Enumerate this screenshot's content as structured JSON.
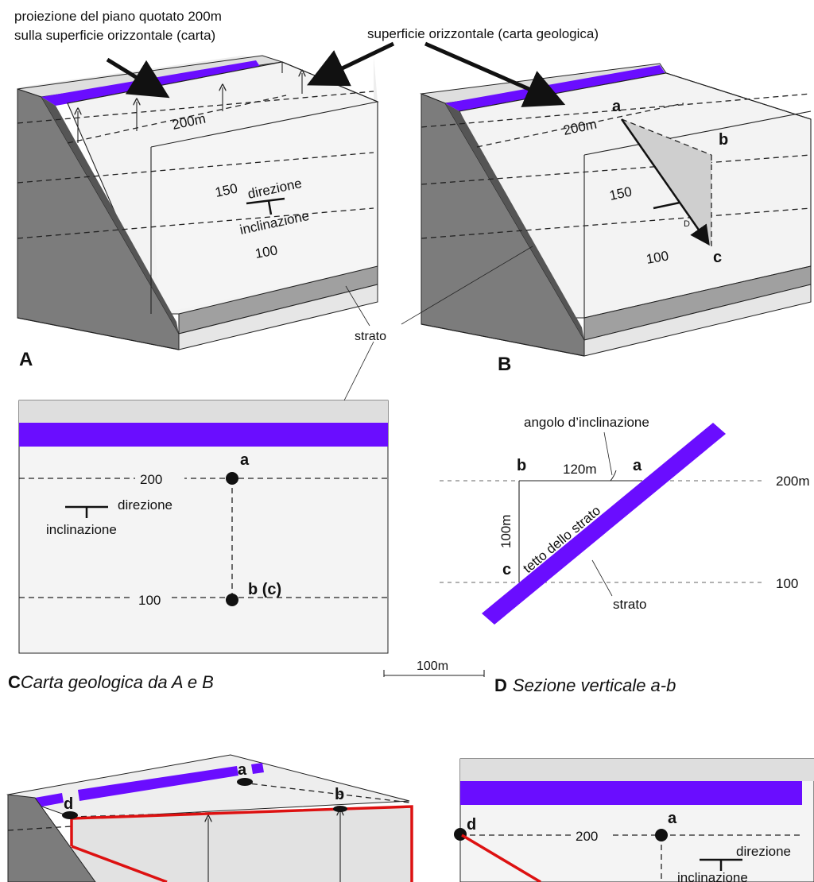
{
  "colors": {
    "stratum": "#6a0dff",
    "section_line": "#dd1111",
    "top_surface": "#dedede",
    "block_face": "#f3f3f3",
    "front_dark": "#7c7c7c",
    "side_stratum": "#a0a0a0"
  },
  "panel_a": {
    "label": "A",
    "callout_projection_line1": "proiezione del piano quotato 200m",
    "callout_projection_line2": "sulla superficie orizzontale (carta)",
    "callout_surface": "superficie orizzontale (carta geologica)",
    "contour_200": "200m",
    "contour_150": "150",
    "contour_100": "100",
    "strike_label": "direzione",
    "dip_label": "inclinazione"
  },
  "panel_b": {
    "label": "B",
    "point_a": "a",
    "point_b": "b",
    "point_c": "c",
    "dip_letter": "D",
    "contour_200": "200m",
    "contour_150": "150",
    "contour_100": "100"
  },
  "shared": {
    "strato_label": "strato"
  },
  "panel_c": {
    "label": "C",
    "caption": "Carta geologica da A e B",
    "contour_200": "200",
    "contour_100": "100",
    "point_a": "a",
    "point_bc": "b (c)",
    "strike_label": "direzione",
    "dip_label": "inclinazione"
  },
  "panel_d": {
    "label": "D",
    "caption": "Sezione verticale a-b",
    "angle_label": "angolo d’inclinazione",
    "point_b": "b",
    "point_a": "a",
    "point_c": "c",
    "distance_label": "120m",
    "height_label": "100m",
    "roof_label": "tetto dello strato",
    "strato_label": "strato",
    "level_200": "200m",
    "level_100": "100"
  },
  "scale_bar": {
    "label": "100m"
  },
  "panel_e": {
    "point_d": "d",
    "point_a": "a",
    "point_b": "b"
  },
  "panel_f": {
    "point_d": "d",
    "point_a": "a",
    "contour_200": "200",
    "strike_label": "direzione",
    "dip_label": "inclinazione"
  }
}
